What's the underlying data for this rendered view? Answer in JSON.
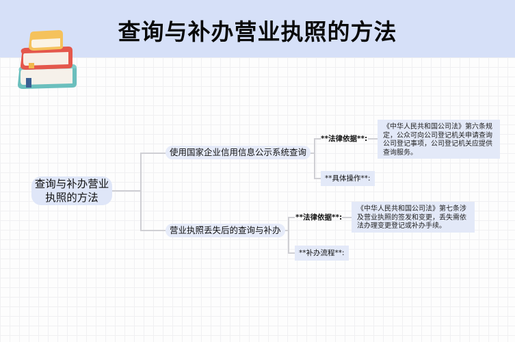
{
  "header": {
    "title": "查询与补办营业执照的方法",
    "icon": "books-stack-icon",
    "background_color": "#d6e0f8"
  },
  "mindmap": {
    "root": {
      "label": "查询与补办营业执照的方法"
    },
    "branches": [
      {
        "label": "使用国家企业信用信息公示系统查询",
        "children": [
          {
            "label": "**法律依据**:",
            "detail": "《中华人民共和国公司法》第六条规定，公众可向公司登记机关申请查询公司登记事项，公司登记机关应提供查询服务。"
          },
          {
            "label": "**具体操作**:"
          }
        ]
      },
      {
        "label": "营业执照丢失后的查询与补办",
        "children": [
          {
            "label": "**法律依据**:",
            "detail": "《中华人民共和国公司法》第七条涉及营业执照的签发和变更，丢失需依法办理变更登记或补办手续。"
          },
          {
            "label": "**补办流程**:"
          }
        ]
      }
    ],
    "colors": {
      "node_fill": "#dfe6f8",
      "connector": "#cfcfd4"
    }
  }
}
